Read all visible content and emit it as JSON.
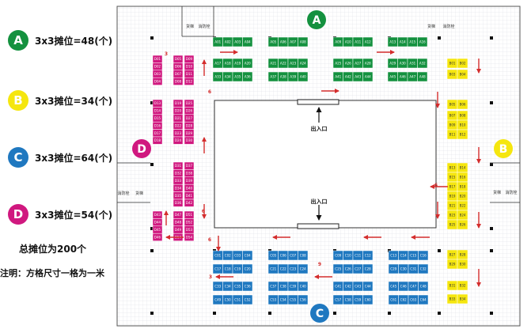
{
  "legend": {
    "items": [
      {
        "letter": "A",
        "text": "3x3摊位=48(个)",
        "color": "#14913f"
      },
      {
        "letter": "B",
        "text": "3x3摊位=34(个)",
        "color": "#f5e60f"
      },
      {
        "letter": "C",
        "text": "3x3摊位=64(个)",
        "color": "#1f78c0"
      },
      {
        "letter": "D",
        "text": "3x3摊位=54(个)",
        "color": "#d0187f"
      }
    ],
    "total": "总摊位为200个",
    "note": "注明：方格尺寸一格为一米"
  },
  "plan": {
    "zone_labels": {
      "A": "A",
      "B": "B",
      "C": "C",
      "D": "D"
    },
    "entrance_label": "出入口",
    "hydrant_label": "消防栓",
    "goods_label": "货梯",
    "dims": {
      "three": "3",
      "six": "6",
      "nine": "9"
    },
    "booths": {
      "A": [
        [
          "A01",
          "A02",
          "A03",
          "A04"
        ],
        [
          "A05",
          "A06",
          "A07",
          "A08"
        ],
        [
          "A09",
          "A10",
          "A11",
          "A12"
        ],
        [
          "A13",
          "A14",
          "A15",
          "A16"
        ],
        [
          "A17",
          "A18",
          "A19",
          "A20"
        ],
        [
          "A21",
          "A22",
          "A23",
          "A24"
        ],
        [
          "A25",
          "A26",
          "A27",
          "A28"
        ],
        [
          "A29",
          "A30",
          "A31",
          "A32"
        ],
        [
          "A33",
          "A34",
          "A35",
          "A36"
        ],
        [
          "A37",
          "A38",
          "A39",
          "A40"
        ],
        [
          "A41",
          "A42",
          "A43",
          "A44"
        ],
        [
          "A45",
          "A46",
          "A47",
          "A48"
        ]
      ],
      "B": [
        [
          "B01",
          "B02"
        ],
        [
          "B03",
          "B04"
        ],
        [
          "B05",
          "B06"
        ],
        [
          "B07",
          "B08"
        ],
        [
          "B09",
          "B10"
        ],
        [
          "B11",
          "B12"
        ],
        [
          "B13",
          "B14"
        ],
        [
          "B15",
          "B16"
        ],
        [
          "B17",
          "B18"
        ],
        [
          "B19",
          "B20"
        ],
        [
          "B21",
          "B22"
        ],
        [
          "B23",
          "B24"
        ],
        [
          "B25",
          "B26"
        ],
        [
          "B27",
          "B28"
        ],
        [
          "B29",
          "B30"
        ],
        [
          "B31",
          "B32"
        ],
        [
          "B33",
          "B34"
        ]
      ],
      "C": [
        [
          "C01",
          "C02",
          "C03",
          "C04"
        ],
        [
          "C05",
          "C06",
          "C07",
          "C08"
        ],
        [
          "C09",
          "C10",
          "C11",
          "C12"
        ],
        [
          "C13",
          "C14",
          "C15",
          "C16"
        ],
        [
          "C17",
          "C18",
          "C19",
          "C20"
        ],
        [
          "C21",
          "C22",
          "C23",
          "C24"
        ],
        [
          "C25",
          "C26",
          "C27",
          "C28"
        ],
        [
          "C29",
          "C30",
          "C31",
          "C32"
        ],
        [
          "C33",
          "C34",
          "C35",
          "C36"
        ],
        [
          "C37",
          "C38",
          "C39",
          "C40"
        ],
        [
          "C41",
          "C42",
          "C43",
          "C44"
        ],
        [
          "C45",
          "C46",
          "C47",
          "C48"
        ],
        [
          "C49",
          "C50",
          "C51",
          "C52"
        ],
        [
          "C53",
          "C54",
          "C55",
          "C56"
        ],
        [
          "C57",
          "C58",
          "C59",
          "C60"
        ],
        [
          "C61",
          "C62",
          "C63",
          "C64"
        ]
      ],
      "D": [
        [
          "D01",
          "D02",
          "D03",
          "D04"
        ],
        [
          "D05",
          "D06",
          "D07",
          "D08"
        ],
        [
          "D09",
          "D10",
          "D11",
          "D12"
        ],
        [
          "D13",
          "D14",
          "D15",
          "D16",
          "D17",
          "D18"
        ],
        [
          "D19",
          "D20",
          "D21",
          "D22",
          "D23",
          "D24"
        ],
        [
          "D25",
          "D26",
          "D27",
          "D28",
          "D29",
          "D30"
        ],
        [
          "D31",
          "D32",
          "D33",
          "D34",
          "D35",
          "D36"
        ],
        [
          "D37",
          "D38",
          "D39",
          "D40",
          "D41",
          "D42"
        ],
        [
          "D43",
          "D44",
          "D45",
          "D46"
        ],
        [
          "D47",
          "D48",
          "D49",
          "D50"
        ],
        [
          "D51",
          "D52",
          "D53",
          "D54"
        ]
      ]
    }
  }
}
